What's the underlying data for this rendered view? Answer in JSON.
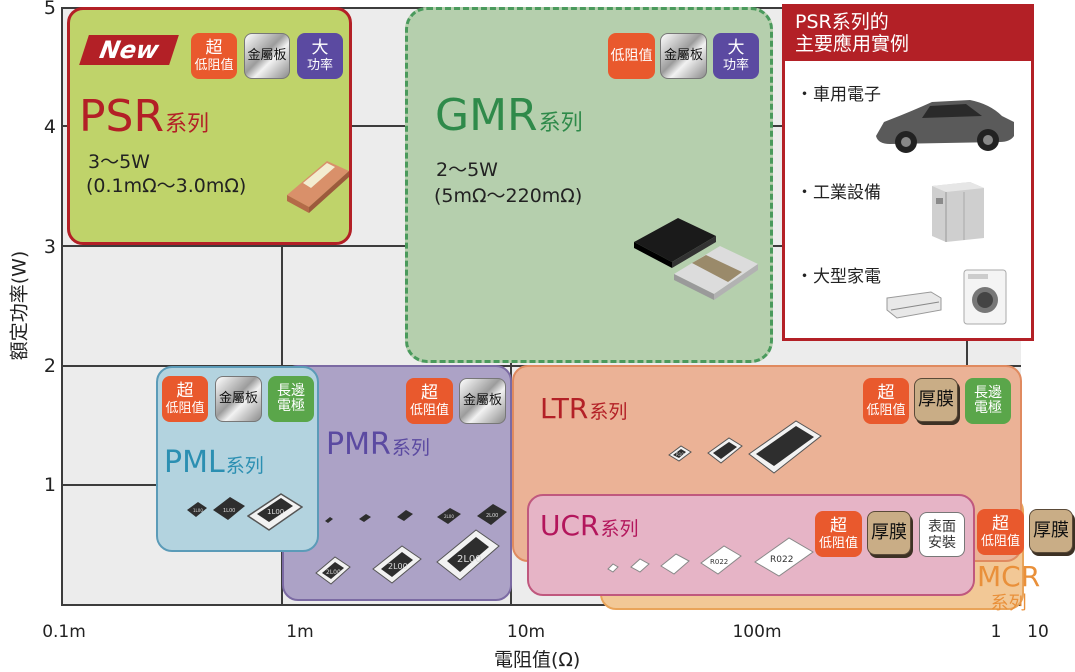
{
  "axes": {
    "x_title": "電阻值(Ω)",
    "y_title": "額定功率(W)",
    "x_ticks": [
      "0.1m",
      "1m",
      "10m",
      "100m",
      "1",
      "10"
    ],
    "y_ticks": [
      "5",
      "4",
      "3",
      "2",
      "1"
    ]
  },
  "badges": {
    "new": "New",
    "ultra_low_top": "超",
    "ultra_low_bottom": "低阻值",
    "low_resistance": "低阻值",
    "metal_plate": "金屬板",
    "high_power_top": "大",
    "high_power_bottom": "功率",
    "long_side_top": "長邊",
    "long_side_bottom": "電極",
    "thick_film": "厚膜",
    "smd_top": "表面",
    "smd_bottom": "安裝"
  },
  "series": {
    "psr": {
      "name": "PSR",
      "suffix": "系列",
      "spec1": "3～5W",
      "spec2": "(0.1mΩ～3.0mΩ)"
    },
    "gmr": {
      "name": "GMR",
      "suffix": "系列",
      "spec1": "2～5W",
      "spec2": "(5mΩ～220mΩ)"
    },
    "pml": {
      "name": "PML",
      "suffix": "系列"
    },
    "pmr": {
      "name": "PMR",
      "suffix": "系列"
    },
    "ltr": {
      "name": "LTR",
      "suffix": "系列"
    },
    "ucr": {
      "name": "UCR",
      "suffix": "系列"
    },
    "mcr": {
      "name": "MCR",
      "suffix": "系列"
    }
  },
  "chip_markings": {
    "pml": [
      "1L00",
      "1L00",
      "1L00"
    ],
    "pmr_small": [
      "2L00",
      "2L00"
    ],
    "pmr": [
      "2L00",
      "2L00",
      "2L00"
    ],
    "ltr": [
      "R10"
    ],
    "ucr": [
      "R022",
      "R022"
    ]
  },
  "applications": {
    "title_line1": "PSR系列的",
    "title_line2": "主要應用實例",
    "items": [
      "・車用電子",
      "・工業設備",
      "・大型家電"
    ]
  },
  "colors": {
    "psr_border": "#b32026",
    "psr_fill": "#bfd36a",
    "gmr_fill": "#b5cfad",
    "gmr_border": "#4a9a5c",
    "pml_fill": "#b3d3df",
    "pmr_fill": "#aca2c6",
    "ltr_fill": "#ebb296",
    "ucr_fill": "#e6b4c6",
    "mcr_fill": "#f2c896"
  }
}
